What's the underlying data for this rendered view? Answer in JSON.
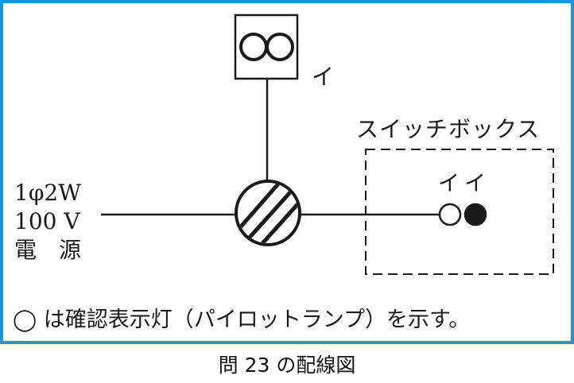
{
  "diagram": {
    "outlet_label": "イ",
    "switch_box_label": "スイッチボックス",
    "switch_labels": "イイ",
    "power_source": {
      "line1": "1φ2W",
      "line2": "100 V",
      "line3": "電　源"
    },
    "note": "◯ は確認表示灯（パイロットランプ）を示す。"
  },
  "caption": "問 23 の配線図",
  "colors": {
    "frame_border": "#1a98d5",
    "line": "#1a1a1a"
  }
}
